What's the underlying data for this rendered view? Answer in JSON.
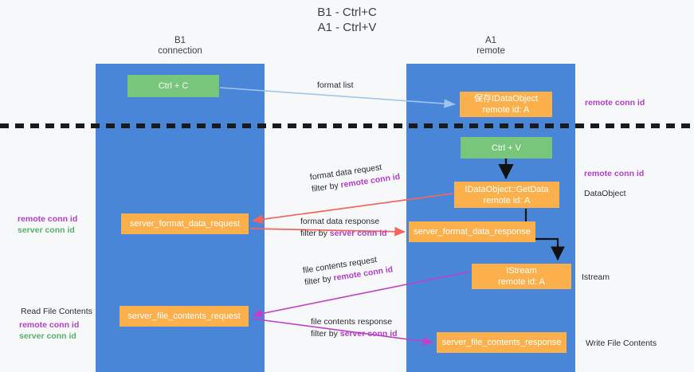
{
  "title": {
    "line1": "B1 - Ctrl+C",
    "line2": "A1 - Ctrl+V"
  },
  "lanes": [
    {
      "name": "B1",
      "sub": "connection",
      "color": "#4a86d8"
    },
    {
      "name": "A1",
      "sub": "remote",
      "color": "#4a86d8"
    }
  ],
  "boxes": {
    "ctrl_c": {
      "line1": "Ctrl + C",
      "color": "#78c57c"
    },
    "save_dataobject": {
      "line1": "保存IDataObject",
      "line2": "remote id: A",
      "color": "#fbb04c"
    },
    "ctrl_v": {
      "line1": "Ctrl + V",
      "color": "#78c57c"
    },
    "getdata": {
      "line1": "IDataObject::GetData",
      "line2": "remote id: A",
      "color": "#fbb04c"
    },
    "server_format_data_request": {
      "line1": "server_format_data_request",
      "color": "#fbb04c"
    },
    "server_format_data_response": {
      "line1": "server_format_data_response",
      "color": "#fbb04c"
    },
    "istream": {
      "line1": "IStream",
      "line2": "remote id: A",
      "color": "#fbb04c"
    },
    "server_file_contents_request": {
      "line1": "server_file_contents_request",
      "color": "#fbb04c"
    },
    "server_file_contents_response": {
      "line1": "server_file_contents_response",
      "color": "#fbb04c"
    }
  },
  "edge_labels": {
    "format_list": {
      "line1": "format list"
    },
    "format_data_request": {
      "line1": "format data request",
      "prefix": "filter by ",
      "key": "remote conn id"
    },
    "format_data_response": {
      "line1": "format data response",
      "prefix": "filter by ",
      "key": "server conn id"
    },
    "file_contents_request": {
      "line1": "file contents request",
      "prefix": "filter by ",
      "key": "remote conn id"
    },
    "file_contents_response": {
      "line1": "file contents response",
      "prefix": "filter by ",
      "key": "server conn id"
    }
  },
  "annotations": {
    "remote_conn_id": "remote conn id",
    "server_conn_id": "server conn id",
    "dataobject": "DataObject",
    "istream": "Istream",
    "write_file_contents": "Write File Contents",
    "read_file_contents": "Read File Contents"
  },
  "colors": {
    "lane": "#4a86d8",
    "green_box": "#78c57c",
    "orange_box": "#fbb04c",
    "purple_text": "#b040c8",
    "green_text": "#57b06a",
    "arrow_blue": "#9fc6ea",
    "arrow_black": "#111111",
    "arrow_red": "#f4655c",
    "arrow_magenta": "#c040c8",
    "background": "#f7f8f9",
    "dashed_line": "#1a1a1a"
  }
}
